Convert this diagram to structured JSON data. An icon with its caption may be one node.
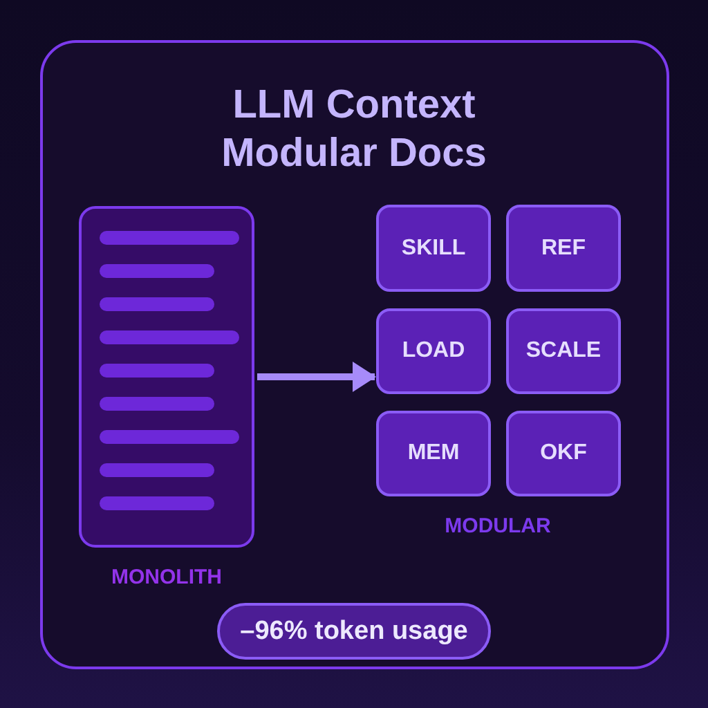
{
  "diagram": {
    "title": "LLM Context Modular Docs",
    "nodes": [
      {
        "text": [
          "MONOLITH"
        ]
      },
      {
        "text": [
          "SKILL"
        ]
      },
      {
        "text": [
          "REF"
        ]
      },
      {
        "text": [
          "LOAD"
        ]
      },
      {
        "text": [
          "SCALE"
        ]
      },
      {
        "text": [
          "MEM"
        ]
      },
      {
        "text": [
          "OKF"
        ]
      },
      {
        "text": [
          "–96% token usage"
        ]
      }
    ],
    "edges": [
      {
        "from": 0,
        "to": 3,
        "arrow": "to"
      }
    ],
    "labels": [
      "MODULAR"
    ]
  }
}
